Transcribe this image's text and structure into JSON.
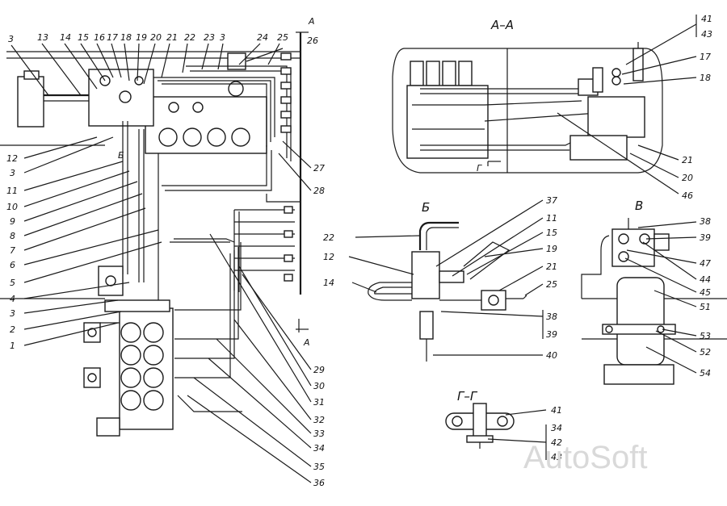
{
  "views": {
    "section_aa": "А–А",
    "view_b": "Б",
    "view_v": "В",
    "section_gg": "Г–Г",
    "cut_mark": "А",
    "cut_mark_small": "Г",
    "view_b_small": "Б"
  },
  "callouts": {
    "main_top": [
      "3",
      "13",
      "14",
      "15",
      "16",
      "17",
      "18",
      "19",
      "20",
      "21",
      "22",
      "23",
      "3",
      "24",
      "25",
      "26"
    ],
    "main_left": [
      "12",
      "3",
      "11",
      "10",
      "9",
      "8",
      "7",
      "6",
      "5",
      "4",
      "3",
      "2",
      "1"
    ],
    "main_right": [
      "27",
      "28"
    ],
    "main_bottom": [
      "29",
      "30",
      "31",
      "32",
      "33",
      "34",
      "35",
      "36"
    ],
    "aa_right": [
      "41",
      "43",
      "17",
      "18",
      "21",
      "20",
      "46"
    ],
    "b_labels": [
      "37",
      "11",
      "15",
      "19",
      "21",
      "22",
      "12",
      "14",
      "25",
      "38",
      "39",
      "40"
    ],
    "v_labels": [
      "38",
      "39",
      "47",
      "44",
      "45",
      "51",
      "53",
      "52",
      "54"
    ],
    "gg_labels": [
      "41",
      "34",
      "42",
      "43"
    ]
  },
  "watermark": "AutoSoft"
}
